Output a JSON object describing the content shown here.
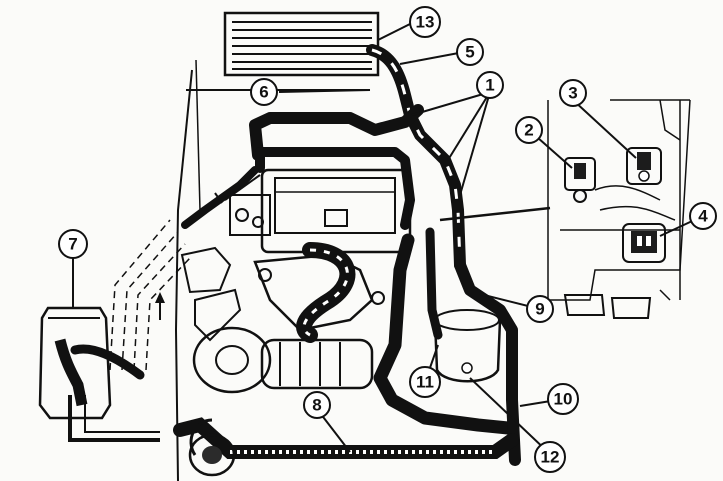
{
  "callouts": [
    {
      "id": "1",
      "label": "1"
    },
    {
      "id": "2",
      "label": "2"
    },
    {
      "id": "3",
      "label": "3"
    },
    {
      "id": "4",
      "label": "4"
    },
    {
      "id": "5",
      "label": "5"
    },
    {
      "id": "6",
      "label": "6"
    },
    {
      "id": "7",
      "label": "7"
    },
    {
      "id": "8",
      "label": "8"
    },
    {
      "id": "9",
      "label": "9"
    },
    {
      "id": "10",
      "label": "10"
    },
    {
      "id": "11",
      "label": "11"
    },
    {
      "id": "12",
      "label": "12"
    },
    {
      "id": "13",
      "label": "13"
    }
  ],
  "colors": {
    "ink": "#111111",
    "paper": "#fbfbf9",
    "shade": "#2b2b2b"
  }
}
